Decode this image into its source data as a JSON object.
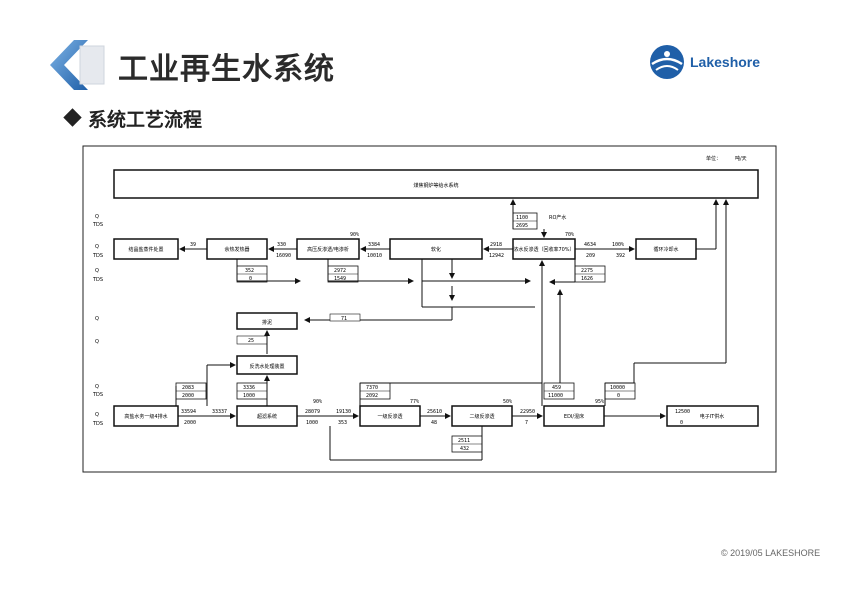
{
  "header": {
    "title": "工业再生水系统",
    "subtitle": "系统工艺流程",
    "logo_text": "Lakeshore"
  },
  "footer": {
    "copyright": "© 2019/05 LAKESHORE"
  },
  "diagram": {
    "unit": "单位：",
    "unit_value": "吨/天",
    "top_box": "煤焦钢炉等给水系统",
    "left_labels": {
      "q": "Q",
      "tds": "TDS"
    },
    "boxes": {
      "salt": "结晶盐蒸件处置",
      "evap": "余热发热器",
      "hp_ro": "高压反渗透/电渗析",
      "softening": "软化",
      "conc_ro": "浓水反渗透（回收率70%）",
      "cooling": "循环冷却水",
      "sludge": "排泥",
      "backwash": "反洗水处理装置",
      "raw": "高盐水务一级4排水",
      "uf": "超滤系统",
      "ro1": "一级反渗透",
      "ro2": "二级反渗透",
      "edi": "EDI/混床",
      "electronic": "电子IT供水"
    },
    "values": {
      "v1100": "1100",
      "v2695": "2695",
      "ro_water": "RO产水",
      "p90": "90%",
      "p70": "70%",
      "p100": "100%",
      "p77": "77%",
      "p50": "50%",
      "p95": "95%",
      "v39": "39",
      "v330": "330",
      "v3384": "3384",
      "v2918": "2918",
      "v4634": "4634",
      "v16090": "16090",
      "v10010": "10010",
      "v12942": "12942",
      "v209": "209",
      "v392": "392",
      "v352": "352",
      "v0": "0",
      "v2972": "2972",
      "v1549": "1549",
      "v2275": "2275",
      "v1626": "1626",
      "v71": "71",
      "v25": "25",
      "v3336": "3336",
      "v1000": "1000",
      "v2083": "2083",
      "v2000": "2000",
      "v7370": "7370",
      "v2092": "2092",
      "v459": "459",
      "v11000": "11000",
      "v10000": "10000",
      "v0b": "0",
      "v33594": "33594",
      "v2000b": "2000",
      "v33337": "33337",
      "v28079": "28079",
      "v1000b": "1000",
      "v19130": "19130",
      "v353": "353",
      "v25610": "25610",
      "v48": "48",
      "v22950": "22950",
      "v7": "7",
      "v12500": "12500",
      "v0c": "0",
      "v2511": "2511",
      "v432": "432"
    }
  }
}
